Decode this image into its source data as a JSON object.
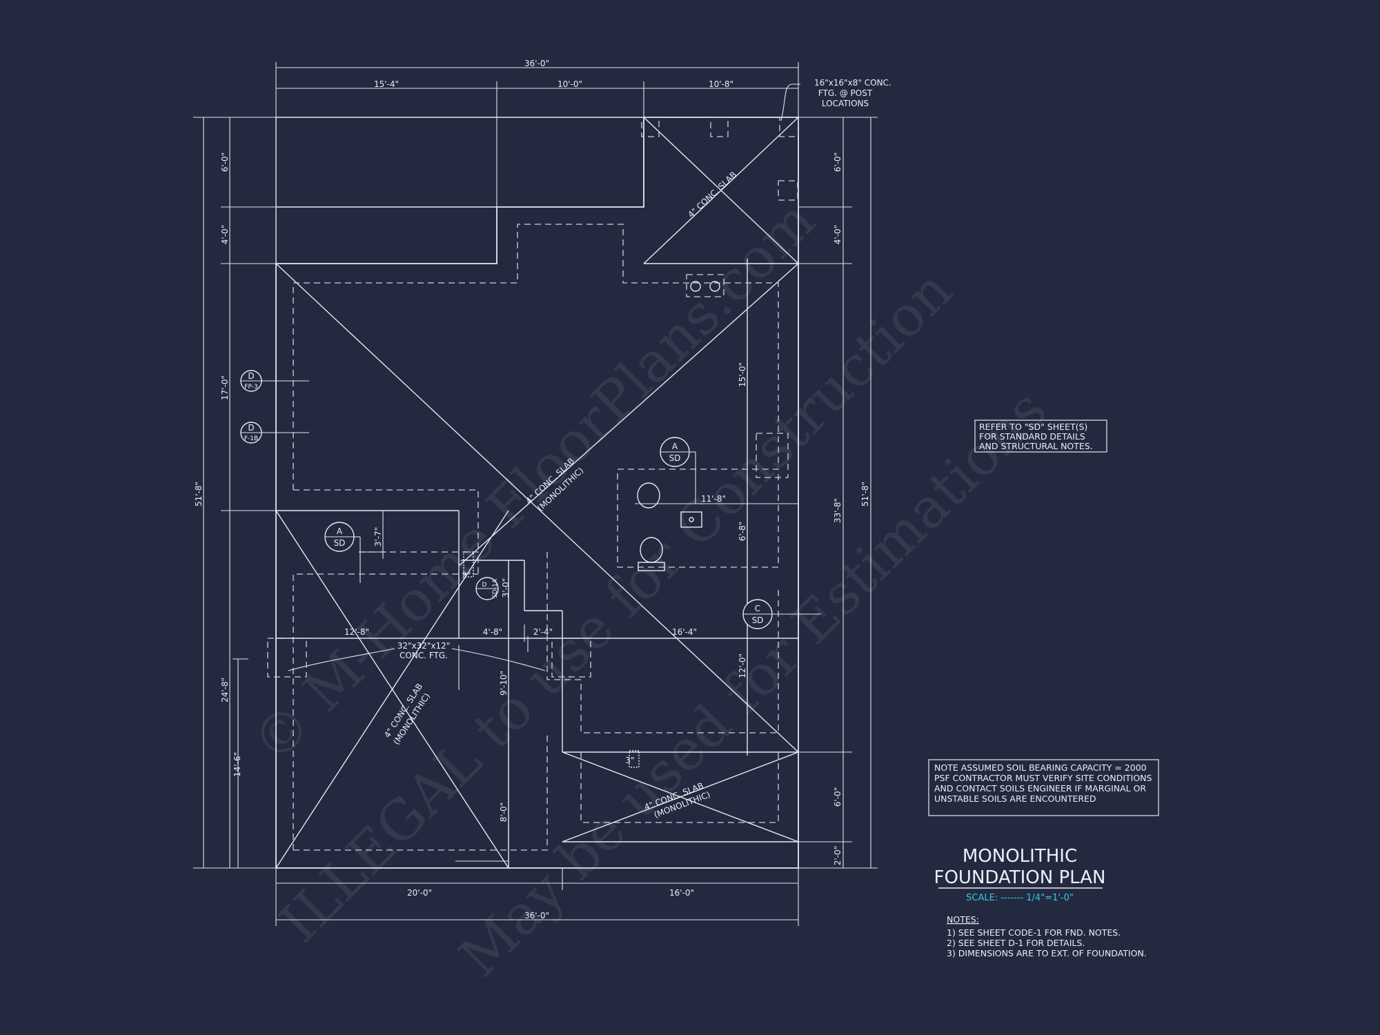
{
  "drawing": {
    "title_line1": "MONOLITHIC",
    "title_line2": "FOUNDATION PLAN",
    "scale": "SCALE: ------- 1/4\"=1'-0\"",
    "notes_heading": "NOTES:",
    "notes": [
      "1)  SEE SHEET CODE-1 FOR FND. NOTES.",
      "2)  SEE SHEET D-1 FOR DETAILS.",
      "3)  DIMENSIONS ARE TO EXT. OF FOUNDATION."
    ],
    "refer_note": [
      "REFER TO \"SD\" SHEET(S)",
      "FOR STANDARD DETAILS",
      "AND STRUCTURAL NOTES."
    ],
    "soil_note": [
      "NOTE ASSUMED SOIL BEARING CAPACITY = 2000",
      "PSF CONTRACTOR MUST VERIFY SITE CONDITIONS",
      "AND CONTACT SOILS ENGINEER IF MARGINAL OR",
      "UNSTABLE SOILS ARE ENCOUNTERED"
    ],
    "post_ftg_note": [
      "16\"x16\"x8\" CONC.",
      "FTG. @ POST",
      "LOCATIONS"
    ],
    "ftg_label": [
      "32\"x32\"x12\"",
      "CONC. FTG."
    ]
  },
  "dimensions": {
    "top_overall": "36'-0\"",
    "top_1": "15'-4\"",
    "top_2": "10'-0\"",
    "top_3": "10'-8\"",
    "bottom_1": "20'-0\"",
    "bottom_2": "16'-0\"",
    "bottom_overall": "36'-0\"",
    "left_1": "6'-0\"",
    "left_2": "4'-0\"",
    "left_3": "17'-0\"",
    "left_overall": "51'-8\"",
    "left_4": "24'-8\"",
    "left_5": "14'-6\"",
    "right_1": "6'-0\"",
    "right_2": "4'-0\"",
    "right_3": "33'-8\"",
    "right_overall": "51'-8\"",
    "right_4": "6'-0\"",
    "right_5": "2'-0\"",
    "int_15": "15'-0\"",
    "int_11_8": "11'-8\"",
    "int_6_8": "6'-8\"",
    "int_12_0": "12'-0\"",
    "int_3_7": "3'-7\"",
    "int_12_8": "12'-8\"",
    "int_4_8": "4'-8\"",
    "int_2_4": "2'-4\"",
    "int_16_4": "16'-4\"",
    "int_9_10": "9'-10\"",
    "int_8_0": "8'-0\"",
    "int_3_0": "3'-0\"",
    "int_3": "3\"",
    "int_3b": "3\""
  },
  "slabs": {
    "label": "4\" CONC. SLAB",
    "sub": "(MONOLITHIC)"
  },
  "sections": [
    {
      "letter": "D",
      "ref": "FP-3"
    },
    {
      "letter": "D",
      "ref": "F-1B"
    },
    {
      "letter": "A",
      "ref": "SD"
    },
    {
      "letter": "A",
      "ref": "SD"
    },
    {
      "letter": "C",
      "ref": "SD"
    },
    {
      "letter": "D",
      "ref": "SD-1A"
    }
  ],
  "watermark": [
    "© M-Home FloorPlans.com",
    "ILLEGAL to use for Construction",
    "May be used for Estimations"
  ]
}
